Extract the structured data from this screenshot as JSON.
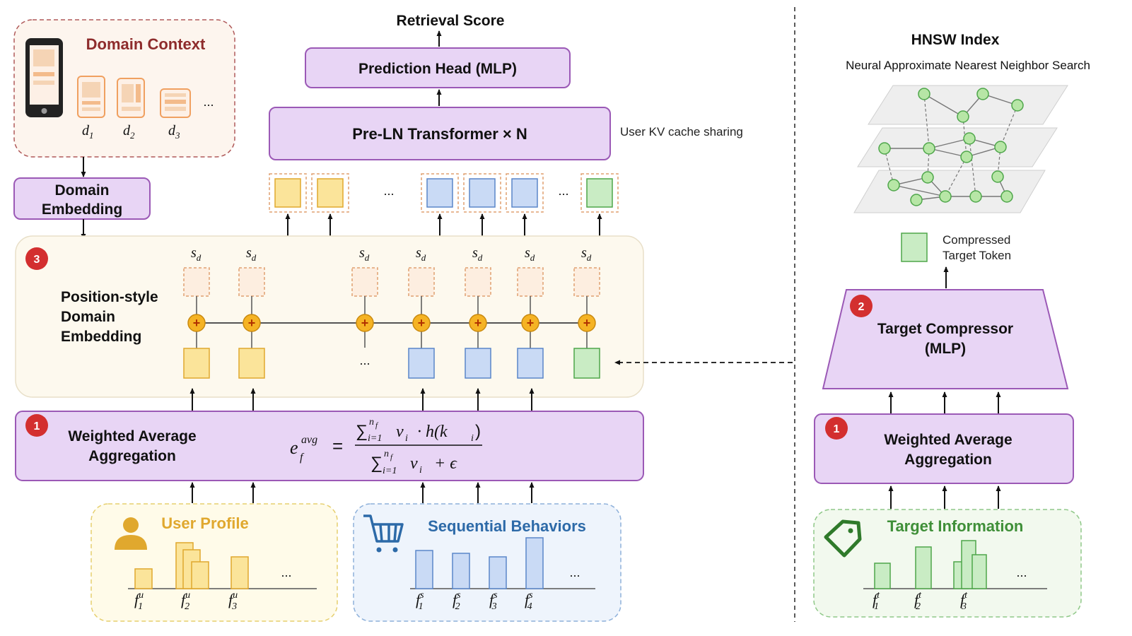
{
  "top": {
    "retrieval_score": "Retrieval Score",
    "prediction_head": "Prediction Head (MLP)",
    "transformer": "Pre-LN Transformer × N",
    "kv_cache": "User KV cache sharing",
    "ellipsis": "..."
  },
  "domain": {
    "context_title": "Domain Context",
    "d_labels": [
      "d",
      "d",
      "d"
    ],
    "d_subs": [
      "1",
      "2",
      "3"
    ],
    "ellipsis": "...",
    "embedding_line1": "Domain",
    "embedding_line2": "Embedding"
  },
  "position_panel": {
    "badge": "3",
    "title_line1": "Position-style",
    "title_line2": "Domain",
    "title_line3": "Embedding",
    "sd": "s",
    "sd_sub": "d",
    "plus": "+",
    "ellipsis": "..."
  },
  "aggregation": {
    "badge": "1",
    "line1": "Weighted Average",
    "line2": "Aggregation",
    "formula": {
      "lhs": "e",
      "lhs_sup": "avg",
      "lhs_sub": "f",
      "eq": "=",
      "num": "∑",
      "num_sup": "n",
      "num_sup_sub": "f",
      "num_sub": "i=1",
      "num_v": "v",
      "num_v_sub": "i",
      "num_dot": "· h(k",
      "num_k_sub": "i",
      "num_close": ")",
      "den": "∑",
      "den_sup": "n",
      "den_sup_sub": "f",
      "den_sub": "i=1",
      "den_v": "v",
      "den_v_sub": "i",
      "den_eps": "+ ϵ"
    }
  },
  "user_profile": {
    "title": "User Profile",
    "ellipsis": "...",
    "features": [
      {
        "f": "f",
        "sub": "1",
        "sup": "u"
      },
      {
        "f": "f",
        "sub": "2",
        "sup": "u"
      },
      {
        "f": "f",
        "sub": "3",
        "sup": "u"
      }
    ]
  },
  "sequential": {
    "title": "Sequential Behaviors",
    "ellipsis": "...",
    "features": [
      {
        "f": "f",
        "sub": "1",
        "sup": "s"
      },
      {
        "f": "f",
        "sub": "2",
        "sup": "s"
      },
      {
        "f": "f",
        "sub": "3",
        "sup": "s"
      },
      {
        "f": "f",
        "sub": "4",
        "sup": "s"
      }
    ]
  },
  "right": {
    "hnsw_title": "HNSW Index",
    "hnsw_subtitle": "Neural Approximate Nearest Neighbor Search",
    "compressed_line1": "Compressed",
    "compressed_line2": "Target Token",
    "compressor_badge": "2",
    "compressor_line1": "Target Compressor",
    "compressor_line2": "(MLP)",
    "agg_badge": "1",
    "agg_line1": "Weighted Average",
    "agg_line2": "Aggregation",
    "target_title": "Target Information",
    "ellipsis": "...",
    "features": [
      {
        "f": "f",
        "sub": "1",
        "sup": "t"
      },
      {
        "f": "f",
        "sub": "2",
        "sup": "t"
      },
      {
        "f": "f",
        "sub": "3",
        "sup": "t"
      }
    ]
  },
  "colors": {
    "purple_fill": "#e8d5f5",
    "purple_stroke": "#9b59b6",
    "yellow_token": "#fbe49a",
    "yellow_stroke": "#e0a82e",
    "blue_token": "#c9daf5",
    "blue_stroke": "#5a86c9",
    "green_token": "#c9ecc4",
    "green_stroke": "#4ea64a",
    "badge_red": "#d32f2f",
    "domain_brown": "#8e2c2c",
    "profile_gold": "#e0a82e",
    "seq_blue": "#2d6aa8",
    "target_green": "#3f8f38"
  }
}
